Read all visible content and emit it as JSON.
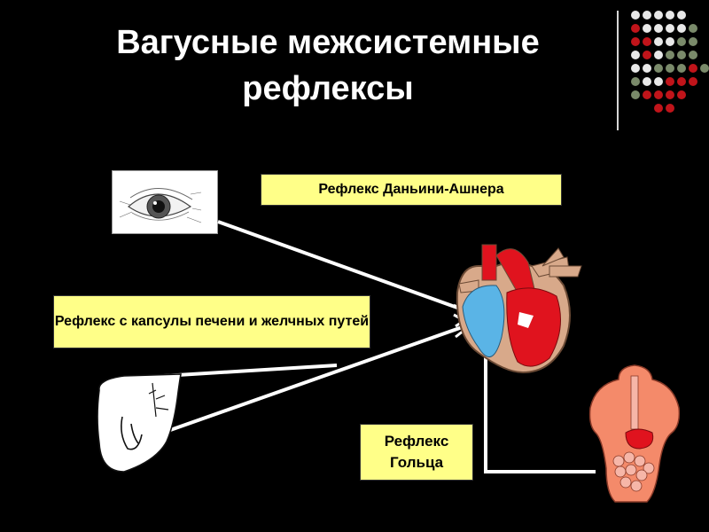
{
  "title": "Вагусные  межсистемные рефлексы",
  "labels": {
    "dagnini": "Рефлекс Даньини-Ашнера",
    "liver": "Рефлекс с капсулы печени и желчных   путей",
    "goltz": "Рефлекс Гольца"
  },
  "colors": {
    "background": "#000000",
    "label_fill": "#ffff88",
    "dot_white": "#e8e8e8",
    "dot_olive": "#7a8a6a",
    "dot_red": "#c0141a",
    "heart_red": "#e0131e",
    "heart_blue": "#5ab4e6",
    "gi_skin": "#f48a6a"
  },
  "icons": [
    "eye-illustration",
    "heart-illustration",
    "liver-illustration",
    "digestive-tract-illustration"
  ]
}
